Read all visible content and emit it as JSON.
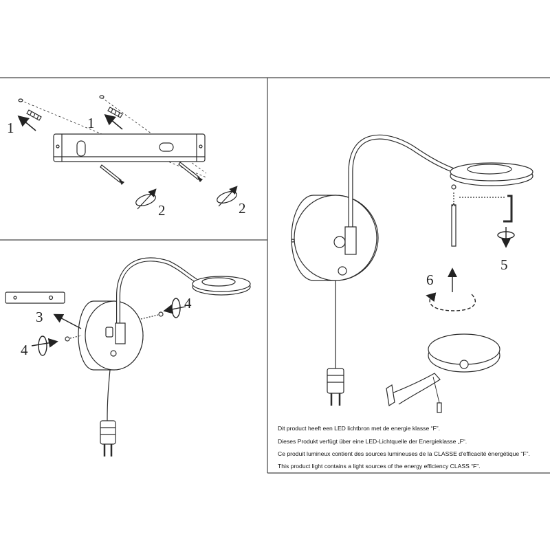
{
  "steps": {
    "p1_a": "1",
    "p1_b": "1",
    "p1_c": "2",
    "p1_d": "2",
    "p2_a": "3",
    "p2_b": "4",
    "p2_c": "4",
    "p3_a": "5",
    "p3_b": "6"
  },
  "notice": {
    "nl": "Dit product heeft een LED lichtbron met de energie klasse “F”.",
    "de": "Dieses Produkt verfügt über eine LED-Lichtquelle der Energieklasse „F“.",
    "fr": "Ce produit lumineux contient des sources lumineuses de la CLASSE d'efficacité énergétique “F”.",
    "en": "This product light contains a light sources of the energy efficiency CLASS “F”."
  },
  "colors": {
    "line": "#2a2a2a",
    "fill": "#ffffff"
  }
}
